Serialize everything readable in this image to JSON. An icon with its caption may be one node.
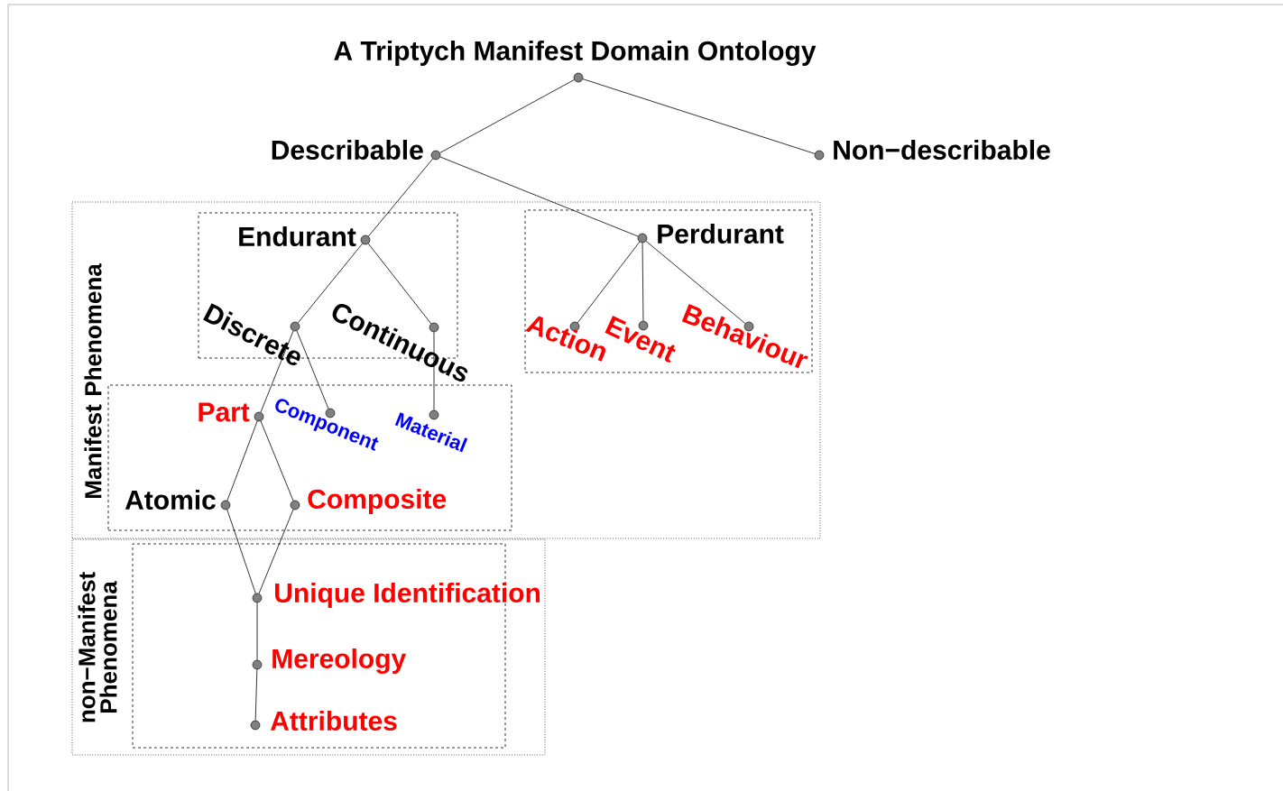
{
  "diagram": {
    "nodes": [
      {
        "text": [
          "A Triptych Manifest Domain Ontology"
        ]
      },
      {
        "text": [
          "Describable"
        ]
      },
      {
        "text": [
          "Non−describable"
        ]
      },
      {
        "text": [
          "Manifest Phenomena"
        ]
      },
      {
        "text": [],
        "shape": "box",
        "in": 3
      },
      {
        "text": [
          "Endurant"
        ],
        "in": 4
      },
      {
        "text": [
          "Discrete"
        ],
        "in": 4
      },
      {
        "text": [
          "Continuous"
        ],
        "in": 4
      },
      {
        "text": [],
        "shape": "box",
        "in": 3
      },
      {
        "text": [
          "Perdurant"
        ],
        "in": 8
      },
      {
        "text": [
          "Action"
        ],
        "in": 8
      },
      {
        "text": [
          "Event"
        ],
        "in": 8
      },
      {
        "text": [
          "Behaviour"
        ],
        "in": 8
      },
      {
        "text": [],
        "shape": "box",
        "in": 3
      },
      {
        "text": [
          "Part"
        ],
        "in": 13
      },
      {
        "text": [
          "Component"
        ],
        "in": 13
      },
      {
        "text": [
          "Material"
        ],
        "in": 13
      },
      {
        "text": [
          "Atomic"
        ],
        "in": 13
      },
      {
        "text": [
          "Composite"
        ],
        "in": 13
      },
      {
        "text": [
          "non−Manifest Phenomena"
        ]
      },
      {
        "text": [],
        "shape": "box",
        "in": 19
      },
      {
        "text": [
          "Unique Identification"
        ],
        "in": 20
      },
      {
        "text": [
          "Mereology"
        ],
        "in": 20
      },
      {
        "text": [
          "Attributes"
        ],
        "in": 20
      }
    ],
    "edges": [
      {
        "from": 0,
        "to": 1,
        "arrow": "none"
      },
      {
        "from": 0,
        "to": 2,
        "arrow": "none"
      },
      {
        "from": 1,
        "to": 5,
        "arrow": "none"
      },
      {
        "from": 1,
        "to": 9,
        "arrow": "none"
      },
      {
        "from": 5,
        "to": 6,
        "arrow": "none"
      },
      {
        "from": 5,
        "to": 7,
        "arrow": "none"
      },
      {
        "from": 6,
        "to": 14,
        "arrow": "none"
      },
      {
        "from": 6,
        "to": 15,
        "arrow": "none"
      },
      {
        "from": 7,
        "to": 16,
        "arrow": "none"
      },
      {
        "from": 9,
        "to": 10,
        "arrow": "none"
      },
      {
        "from": 9,
        "to": 11,
        "arrow": "none"
      },
      {
        "from": 9,
        "to": 12,
        "arrow": "none"
      },
      {
        "from": 14,
        "to": 17,
        "arrow": "none"
      },
      {
        "from": 14,
        "to": 18,
        "arrow": "none"
      },
      {
        "from": 17,
        "to": 21,
        "arrow": "none"
      },
      {
        "from": 18,
        "to": 21,
        "arrow": "none"
      },
      {
        "from": 21,
        "to": 22,
        "arrow": "none"
      },
      {
        "from": 22,
        "to": 23,
        "arrow": "none"
      }
    ]
  }
}
